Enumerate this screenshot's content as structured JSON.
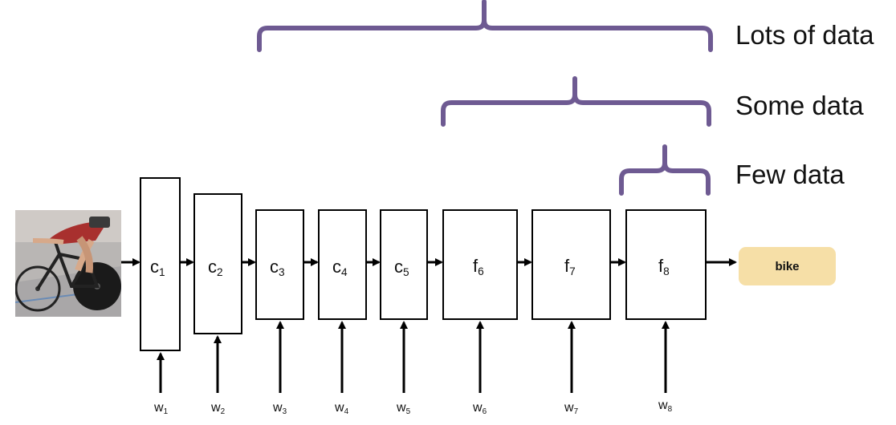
{
  "brackets": [
    {
      "label": "Lots of data"
    },
    {
      "label": "Some data"
    },
    {
      "label": "Few data"
    }
  ],
  "layers": [
    {
      "letter": "c",
      "index": "1",
      "weight": "w",
      "weight_index": "1"
    },
    {
      "letter": "c",
      "index": "2",
      "weight": "w",
      "weight_index": "2"
    },
    {
      "letter": "c",
      "index": "3",
      "weight": "w",
      "weight_index": "3"
    },
    {
      "letter": "c",
      "index": "4",
      "weight": "w",
      "weight_index": "4"
    },
    {
      "letter": "c",
      "index": "5",
      "weight": "w",
      "weight_index": "5"
    },
    {
      "letter": "f",
      "index": "6",
      "weight": "w",
      "weight_index": "6"
    },
    {
      "letter": "f",
      "index": "7",
      "weight": "w",
      "weight_index": "7"
    },
    {
      "letter": "f",
      "index": "8",
      "weight": "w",
      "weight_index": "8"
    }
  ],
  "output": {
    "label": "bike"
  },
  "colors": {
    "bracket": "#6e5a92",
    "output_fill": "#f6dfa7",
    "line": "#000000"
  }
}
